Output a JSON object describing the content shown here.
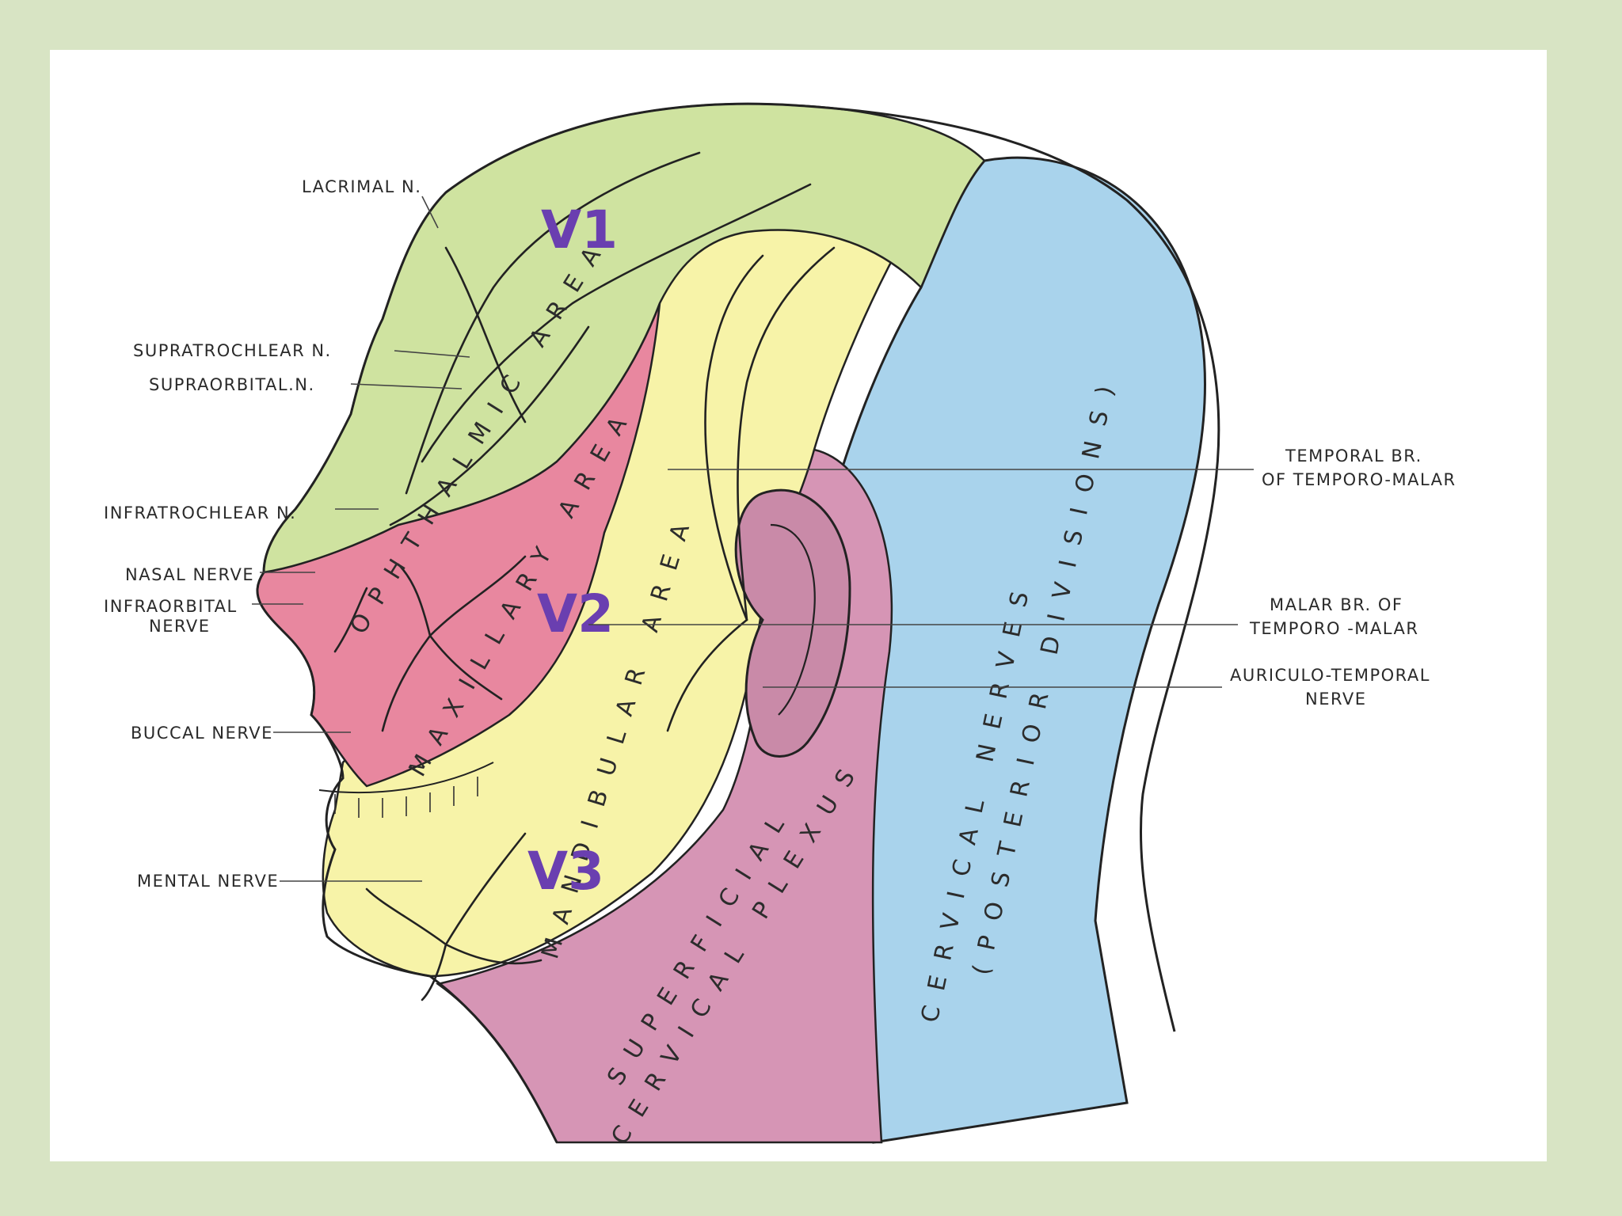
{
  "divisions": {
    "v1": "V1",
    "v2": "V2",
    "v3": "V3"
  },
  "area_labels": {
    "ophthalmic": "OPHTHALMIC AREA",
    "maxillary": "MAXILLARY AREA",
    "mandibular": "MANDIBULAR AREA",
    "cervical_line1": "CERVICAL NERVES",
    "cervical_line2": "(POSTERIOR DIVISIONS)",
    "plexus_line1": "SUPERFICIAL",
    "plexus_line2": "CERVICAL PLEXUS"
  },
  "left_labels": {
    "lacrimal": "LACRIMAL N.",
    "supratrochlear": "SUPRATROCHLEAR N.",
    "supraorbital": "SUPRAORBITAL.N.",
    "infratrochlear": "INFRATROCHLEAR N.",
    "nasal": "NASAL NERVE",
    "infraorbital_1": "INFRAORBITAL",
    "infraorbital_2": "NERVE",
    "buccal": "BUCCAL NERVE",
    "mental": "MENTAL NERVE"
  },
  "right_labels": {
    "temporal_1": "TEMPORAL BR.",
    "temporal_2": "OF TEMPORO-MALAR",
    "malar_1": "MALAR BR. OF",
    "malar_2": "TEMPORO -MALAR",
    "auriculo_1": "AURICULO-TEMPORAL",
    "auriculo_2": "NERVE"
  },
  "colors": {
    "page_border": "#d8e4c4",
    "ophthalmic": "#cfe3a0",
    "maxillary": "#e8879f",
    "mandibular": "#f7f3a8",
    "cervical_nerves": "#a9d3ec",
    "cervical_plexus": "#d695b5",
    "division_label": "#6a3fb0"
  }
}
